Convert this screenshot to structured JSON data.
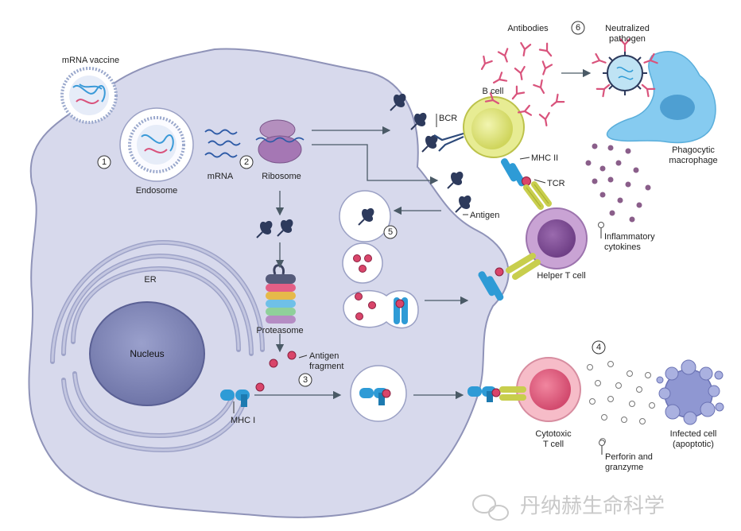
{
  "labels": {
    "mrna_vaccine": "mRNA vaccine",
    "endosome": "Endosome",
    "mrna": "mRNA",
    "ribosome": "Ribosome",
    "er": "ER",
    "nucleus": "Nucleus",
    "proteasome": "Proteasome",
    "antigen_fragment_1": "Antigen",
    "antigen_fragment_2": "fragment",
    "mhc1": "MHC I",
    "antigen": "Antigen",
    "bcr": "BCR",
    "b_cell": "B cell",
    "mhc2": "MHC II",
    "tcr": "TCR",
    "helper_t": "Helper T cell",
    "cytotoxic_1": "Cytotoxic",
    "cytotoxic_2": "T cell",
    "perforin_1": "Perforin and",
    "perforin_2": "granzyme",
    "infected_1": "Infected cell",
    "infected_2": "(apoptotic)",
    "antibodies": "Antibodies",
    "neutralized_1": "Neutralized",
    "neutralized_2": "pathogen",
    "phagocytic_1": "Phagocytic",
    "phagocytic_2": "macrophage",
    "inflammatory_1": "Inflammatory",
    "inflammatory_2": "cytokines"
  },
  "steps": [
    "1",
    "2",
    "3",
    "4",
    "5",
    "6"
  ],
  "watermark": "丹纳赫生命科学",
  "colors": {
    "cell_fill": "#d7d9ec",
    "cell_stroke": "#8f93b8",
    "nucleus": "#7d82b2",
    "er": "#b5b9d6",
    "mhc": "#2e9bd6",
    "antigen_dark": "#2d3a5c",
    "antigen_red": "#d9456a",
    "b_cell": "#d7dd6a",
    "helper_t": "#b68fc1",
    "cytotoxic_t": "#e05b7e",
    "tcr": "#c8ce4d",
    "macrophage": "#7fc8ee",
    "antibody": "#d9537c",
    "cytokine": "#8a5e8a"
  }
}
